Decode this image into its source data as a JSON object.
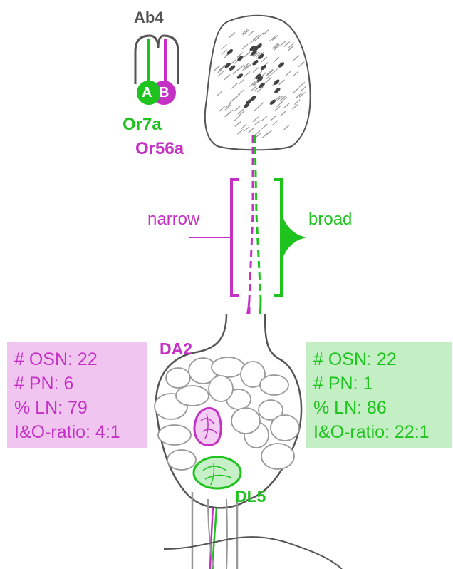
{
  "colors": {
    "magenta": "#c531c5",
    "green": "#1ec31e",
    "gray": "#555555",
    "pink_box": "#f0c6f0",
    "green_box": "#c4eec4"
  },
  "sensillum": {
    "name": "Ab4",
    "neuron_a": "A",
    "neuron_b": "B"
  },
  "receptors": {
    "a": "Or7a",
    "b": "Or56a"
  },
  "tuning": {
    "narrow": "narrow",
    "broad": "broad"
  },
  "glomeruli": {
    "left": "DA2",
    "right": "DL5"
  },
  "left_stats": {
    "osn": "# OSN: 22",
    "pn": "# PN: 6",
    "ln": "% LN: 79",
    "ratio": "I&O-ratio: 4:1"
  },
  "right_stats": {
    "osn": "# OSN: 22",
    "pn": "# PN: 1",
    "ln": "% LN: 86",
    "ratio": "I&O-ratio: 22:1"
  }
}
